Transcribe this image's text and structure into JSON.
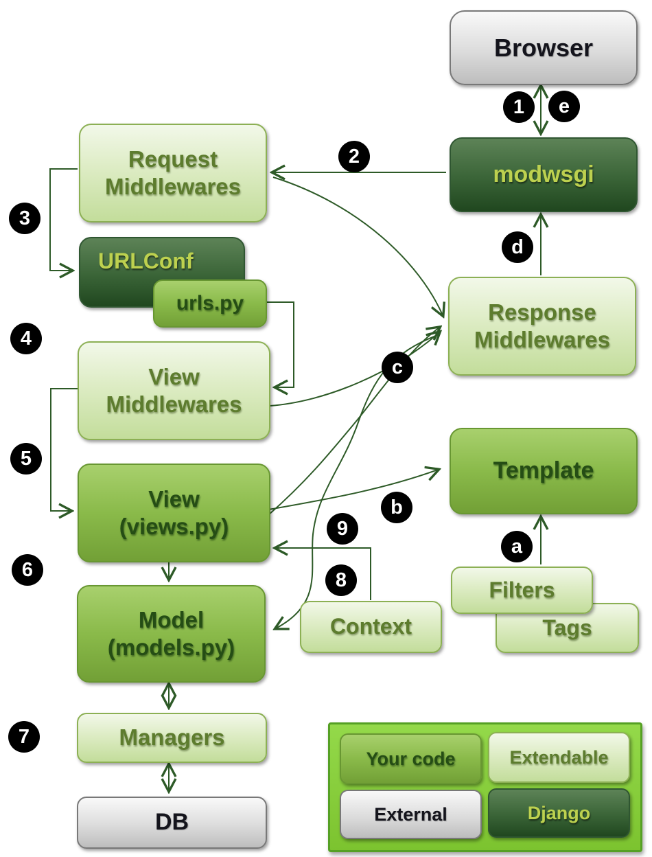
{
  "diagram": {
    "nodes": {
      "browser": {
        "label": "Browser",
        "category": "External"
      },
      "modwsgi": {
        "label": "modwsgi",
        "category": "Django"
      },
      "request_middlewares": {
        "label": "Request\nMiddlewares",
        "category": "Extendable"
      },
      "urlconf": {
        "label": "URLConf",
        "category": "Django"
      },
      "urls_py": {
        "label": "urls.py",
        "category": "Your code"
      },
      "view_middlewares": {
        "label": "View\nMiddlewares",
        "category": "Extendable"
      },
      "view": {
        "label": "View\n(views.py)",
        "category": "Your code"
      },
      "model": {
        "label": "Model\n(models.py)",
        "category": "Your code"
      },
      "managers": {
        "label": "Managers",
        "category": "Extendable"
      },
      "db": {
        "label": "DB",
        "category": "External"
      },
      "response_middlewares": {
        "label": "Response\nMiddlewares",
        "category": "Extendable"
      },
      "template": {
        "label": "Template",
        "category": "Your code"
      },
      "filters": {
        "label": "Filters",
        "category": "Extendable"
      },
      "tags": {
        "label": "Tags",
        "category": "Extendable"
      },
      "context": {
        "label": "Context",
        "category": "Extendable"
      }
    },
    "badges": {
      "n1": "1",
      "n2": "2",
      "n3": "3",
      "n4": "4",
      "n5": "5",
      "n6": "6",
      "n7": "7",
      "n8": "8",
      "n9": "9",
      "a": "a",
      "b": "b",
      "c": "c",
      "d": "d",
      "e": "e"
    },
    "legend": {
      "items": [
        {
          "label": "Your code",
          "style": "mid"
        },
        {
          "label": "Extendable",
          "style": "light"
        },
        {
          "label": "External",
          "style": "gray"
        },
        {
          "label": "Django",
          "style": "dark"
        }
      ]
    },
    "colors": {
      "extendable_box": "#d9ecb8",
      "your_code_box": "#8aba4a",
      "django_box": "#3a6437",
      "external_box": "#dcdcdc",
      "legend_background": "#84cc3a",
      "arrow_stroke": "#2d5a27",
      "badge_background": "#000000",
      "badge_text": "#ffffff"
    }
  }
}
